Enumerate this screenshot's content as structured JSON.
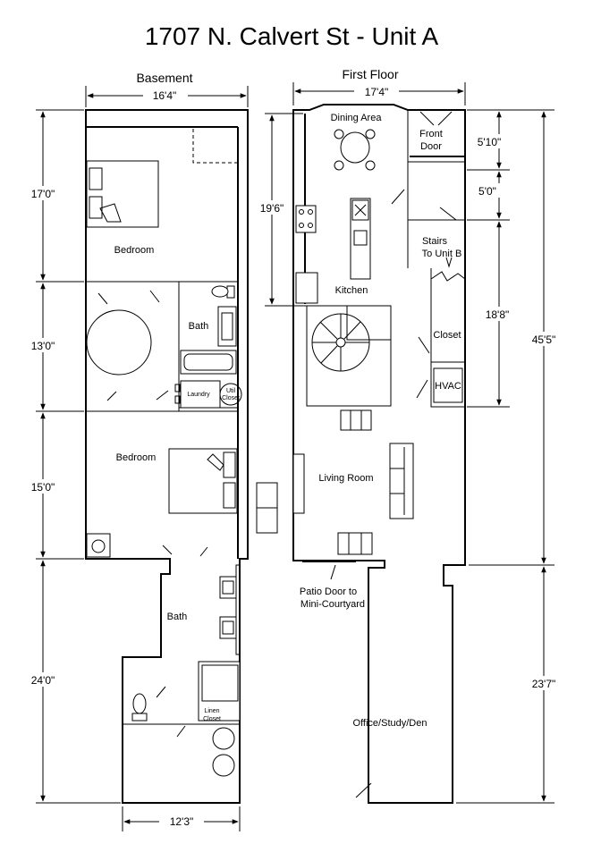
{
  "title": "1707 N. Calvert St - Unit A",
  "basement": {
    "label": "Basement",
    "width_top": "16'4\"",
    "width_bottom": "12'3\"",
    "dims": [
      "17'0\"",
      "13'0\"",
      "15'0\"",
      "24'0\""
    ],
    "rooms": {
      "bedroom1": "Bedroom",
      "bath1": "Bath",
      "laundry": "Laundry",
      "util_closet_1": "Util",
      "util_closet_2": "Closet",
      "bedroom2": "Bedroom",
      "bath2": "Bath",
      "linen_1": "Linen",
      "linen_2": "Closet"
    }
  },
  "first_floor": {
    "label": "First Floor",
    "width_top": "17'4\"",
    "dims": {
      "dining_kitchen": "19'6\"",
      "front_door": "5'10\"",
      "stair_landing": "5'0\"",
      "stairs_closet": "18'8\"",
      "total": "45'5\"",
      "office": "23'7\""
    },
    "rooms": {
      "dining": "Dining Area",
      "front_door_1": "Front",
      "front_door_2": "Door",
      "stairs_1": "Stairs",
      "stairs_2": "To Unit B",
      "kitchen": "Kitchen",
      "closet": "Closet",
      "hvac": "HVAC",
      "living": "Living Room",
      "patio_1": "Patio Door to",
      "patio_2": "Mini-Courtyard",
      "office": "Office/Study/Den"
    }
  }
}
